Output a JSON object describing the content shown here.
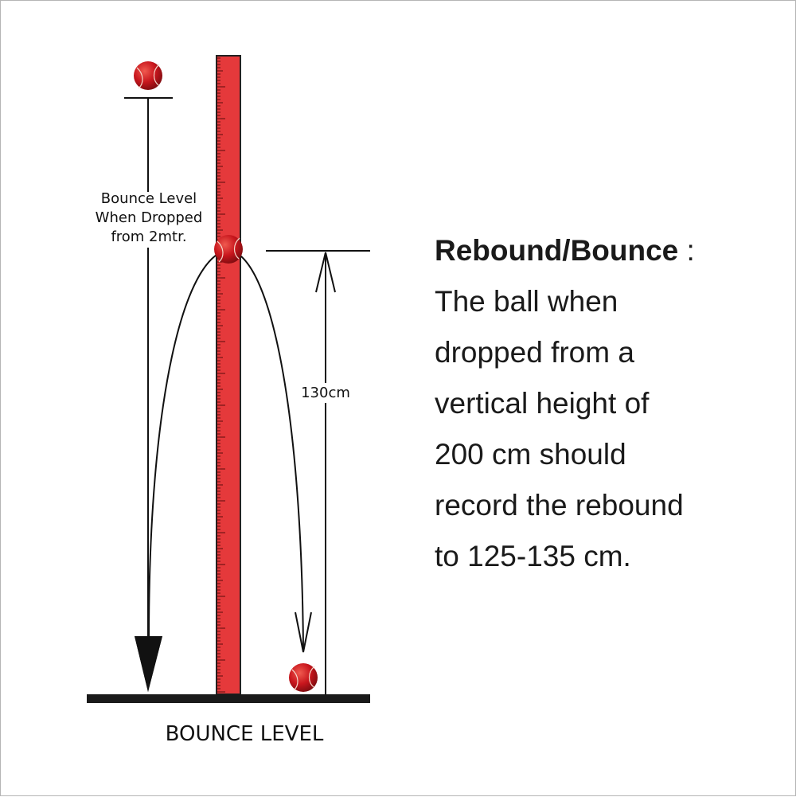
{
  "labels": {
    "drop_label_lines": [
      "Bounce Level",
      "When Dropped",
      "from 2mtr."
    ],
    "rebound_measure": "130cm",
    "ground_label": "BOUNCE LEVEL"
  },
  "description": {
    "title": "Rebound/Bounce",
    "separator": " :",
    "lines": [
      "The ball when",
      "dropped from a",
      "vertical height of",
      "200 cm should",
      "record the rebound",
      "to 125-135 cm."
    ]
  },
  "colors": {
    "ruler": "#e5393b",
    "ball": "#c8161d",
    "ink": "#111111"
  }
}
